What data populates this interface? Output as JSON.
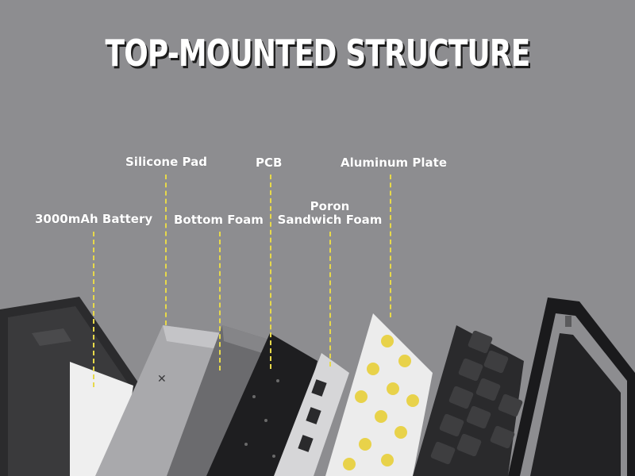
{
  "title": "TOP-MOUNTED STRUCTURE",
  "labels": {
    "battery": "3000mAh Battery",
    "silicone_pad": "Silicone Pad",
    "bottom_foam": "Bottom Foam",
    "pcb": "PCB",
    "poron_line1": "Poron",
    "poron_line2": "Sandwich Foam",
    "aluminum_plate": "Aluminum Plate"
  },
  "colors": {
    "background": "#8d8d90",
    "guide_line": "#e7d94a",
    "switch_yellow": "#e8d24a"
  }
}
